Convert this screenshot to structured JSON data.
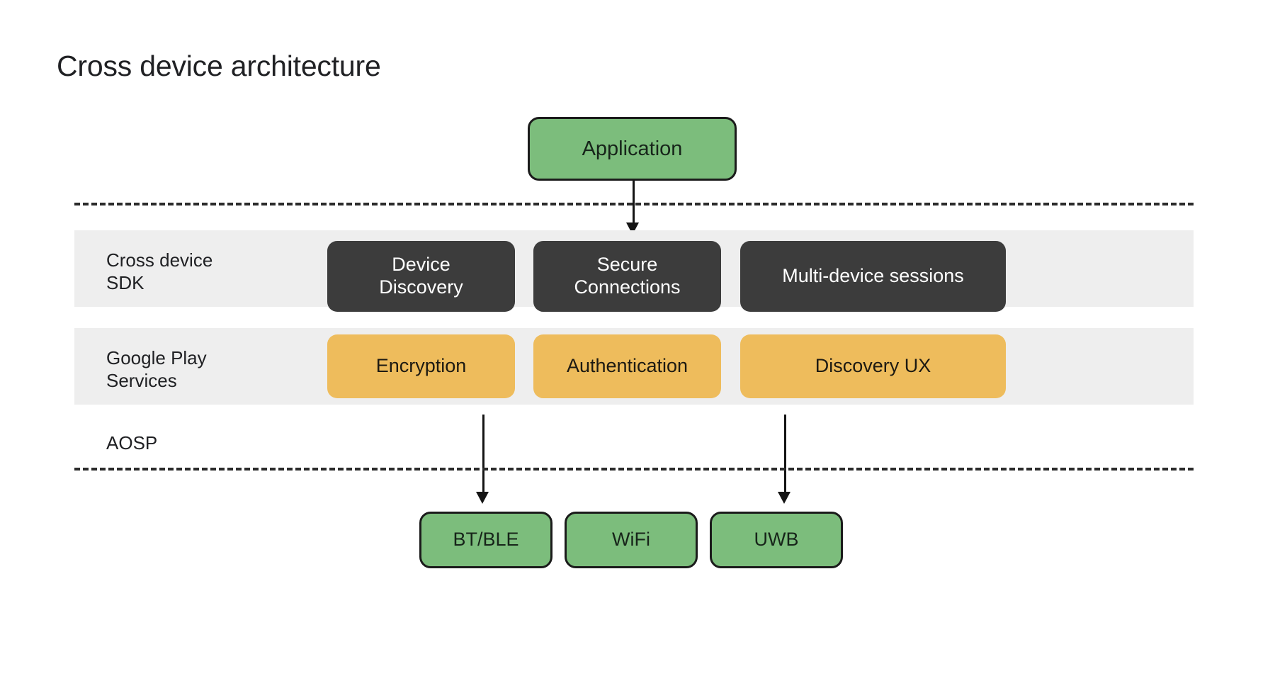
{
  "title": "Cross device architecture",
  "colors": {
    "green": "#7cbd7c",
    "dark": "#3c3c3c",
    "amber": "#eebc5c",
    "band": "#eeeeee",
    "outline": "#1b1b1b",
    "text_dark": "#202124",
    "text_light": "#ffffff"
  },
  "top": {
    "application": "Application"
  },
  "layers": [
    {
      "label": "Cross device\nSDK",
      "style": "dark",
      "items": [
        "Device\nDiscovery",
        "Secure\nConnections",
        "Multi-device sessions"
      ]
    },
    {
      "label": "Google Play\nServices",
      "style": "amber",
      "items": [
        "Encryption",
        "Authentication",
        "Discovery UX"
      ]
    }
  ],
  "aosp": {
    "label": "AOSP"
  },
  "radios": [
    "BT/BLE",
    "WiFi",
    "UWB"
  ],
  "connectors": {
    "app_to_sdk": "arrow-down",
    "encryption_to_btble": "arrow-down",
    "discovery_to_uwb": "arrow-down"
  }
}
